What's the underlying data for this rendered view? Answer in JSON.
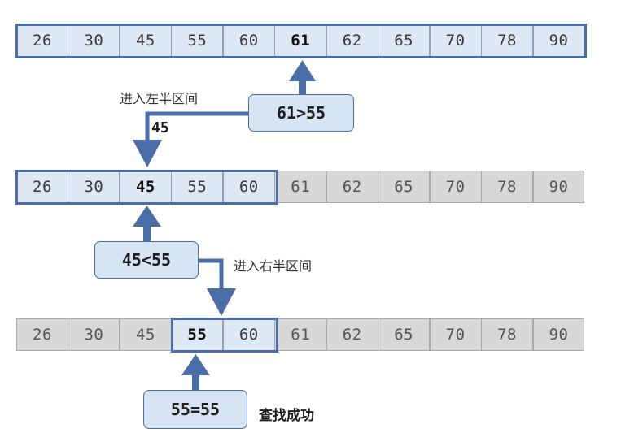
{
  "values": [
    "26",
    "30",
    "45",
    "55",
    "60",
    "61",
    "62",
    "65",
    "70",
    "78",
    "90"
  ],
  "steps": [
    {
      "active_range": [
        0,
        10
      ],
      "highlight_index": 5,
      "comparison": "61>55",
      "note": "进入左半区间",
      "carried_value": "45"
    },
    {
      "active_range": [
        0,
        4
      ],
      "highlight_index": 2,
      "comparison": "45<55",
      "note": "进入右半区间"
    },
    {
      "active_range": [
        3,
        4
      ],
      "highlight_index": 3,
      "comparison": "55=55",
      "note": "查找成功"
    }
  ],
  "colors": {
    "active_cell": "#dfe8f5",
    "inactive_cell": "#dad7d7",
    "frame": "#4a6fa8",
    "arrow": "#4a6fa8",
    "callout_fill": "#d7e4f4"
  }
}
